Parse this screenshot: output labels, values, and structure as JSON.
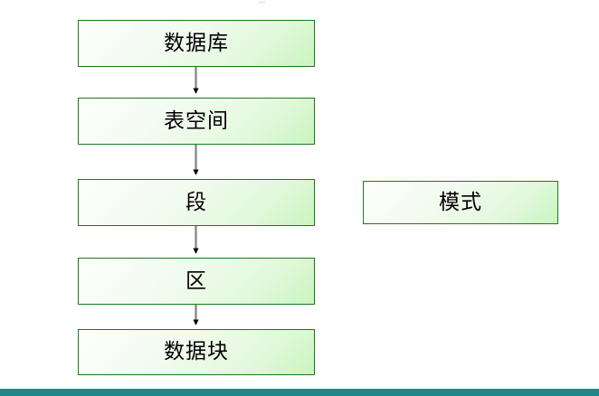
{
  "diagram": {
    "type": "flowchart",
    "orientation": "vertical",
    "title": "",
    "colors": {
      "node_border": "#1a7a1a",
      "node_fill_light": "#fdfffd",
      "node_fill_dark": "#c9f5bf",
      "arrow_line": "#808080",
      "arrow_head": "#000000",
      "bottom_bar": "#1f8787"
    },
    "nodes": [
      {
        "id": "database",
        "label": "数据库",
        "name": "node-database"
      },
      {
        "id": "tablespace",
        "label": "表空间",
        "name": "node-tablespace"
      },
      {
        "id": "segment",
        "label": "段",
        "name": "node-segment"
      },
      {
        "id": "extent",
        "label": "区",
        "name": "node-extent"
      },
      {
        "id": "block",
        "label": "数据块",
        "name": "node-block"
      },
      {
        "id": "schema",
        "label": "模式",
        "name": "node-schema"
      }
    ],
    "edges": [
      {
        "from": "database",
        "to": "tablespace",
        "style": "arrow"
      },
      {
        "from": "tablespace",
        "to": "segment",
        "style": "arrow"
      },
      {
        "from": "segment",
        "to": "extent",
        "style": "arrow"
      },
      {
        "from": "extent",
        "to": "block",
        "style": "arrow"
      }
    ]
  }
}
